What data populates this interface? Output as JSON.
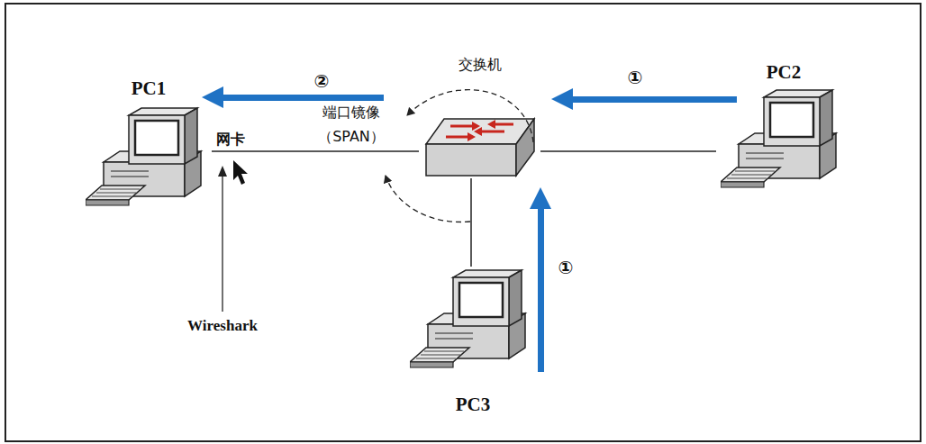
{
  "diagram": {
    "nodes": [
      {
        "text": [
          "PC1"
        ]
      },
      {
        "text": [
          "交换机"
        ]
      },
      {
        "text": [
          "PC2"
        ]
      },
      {
        "text": [
          "PC3"
        ]
      }
    ],
    "edges": [
      {
        "from": 0,
        "to": 1,
        "arrow": "none",
        "label": "端口镜像 （SPAN）"
      },
      {
        "from": 1,
        "to": 2,
        "arrow": "none"
      },
      {
        "from": 1,
        "to": 3,
        "arrow": "none"
      }
    ],
    "labels": [
      "②",
      "①",
      "网卡",
      "①",
      "Wireshark"
    ]
  }
}
